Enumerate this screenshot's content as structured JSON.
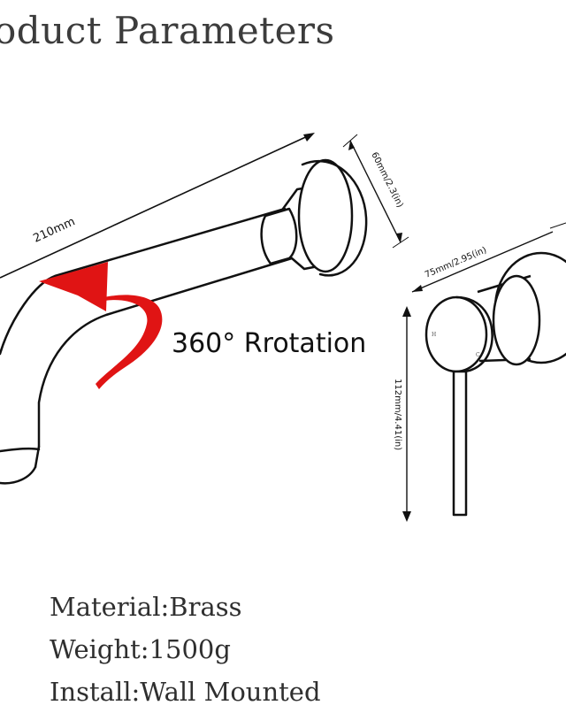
{
  "header": {
    "title": "oduct Parameters"
  },
  "diagram": {
    "labels": {
      "spout_length": "210mm",
      "escutcheon_diameter": "60mm/2.3(in)",
      "mixer_depth": "75mm/2.95(in)",
      "mixer_height": "112mm/4.41(in)",
      "rotation": "360° Rrotation",
      "hot_mark": "H",
      "cold_mark": "C"
    },
    "colors": {
      "outline": "#111111",
      "rotation_arrow": "#e01414",
      "label_text": "#111111"
    }
  },
  "specs": [
    {
      "text": "Material:Brass"
    },
    {
      "text": "Weight:1500g"
    },
    {
      "text": "Install:Wall Mounted"
    }
  ]
}
